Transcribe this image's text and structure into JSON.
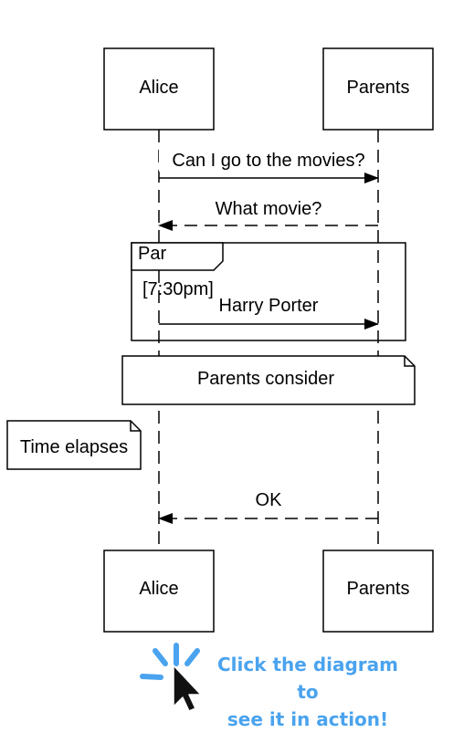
{
  "participants": {
    "alice": "Alice",
    "parents": "Parents"
  },
  "messages": {
    "m1": "Can I go to the movies?",
    "m2": "What movie?",
    "m3": "Harry Porter",
    "m4": "OK"
  },
  "fragment": {
    "operator": "Par",
    "guard": "[7:30pm]"
  },
  "notes": {
    "parents_consider": "Parents consider",
    "time_elapses": "Time elapses"
  },
  "cta": {
    "line1": "Click the diagram to",
    "line2": "see it in action!"
  },
  "colors": {
    "accent": "#4aa3ee",
    "ink": "#000000",
    "cursor": "#111111"
  },
  "icons": {
    "cursor": "click-cursor-icon"
  }
}
